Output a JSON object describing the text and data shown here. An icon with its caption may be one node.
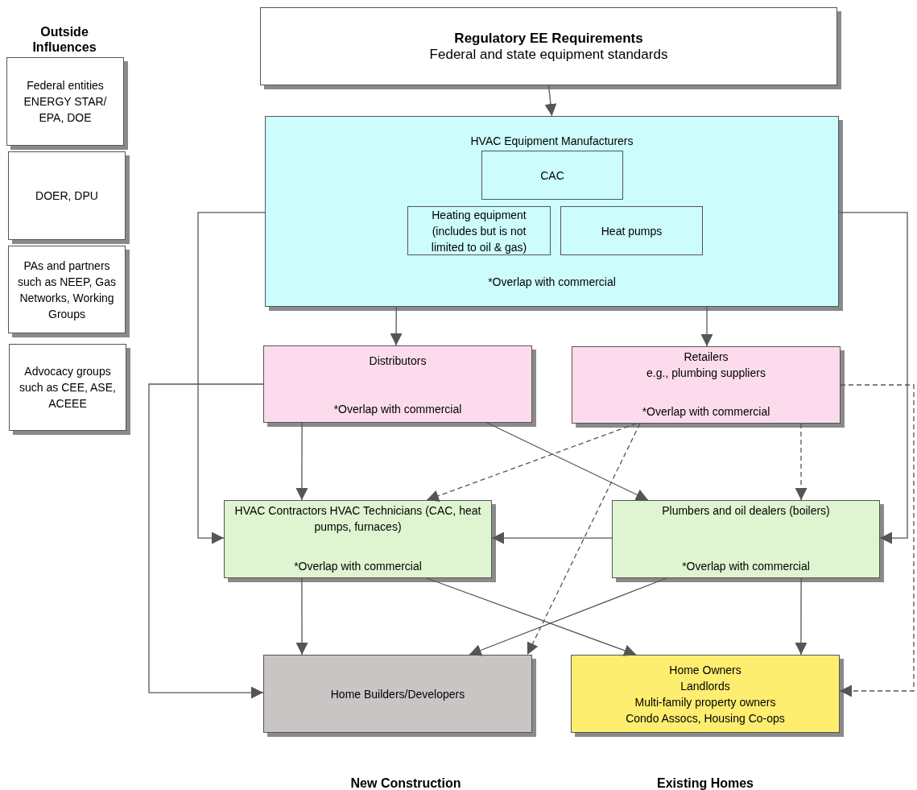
{
  "diagram": {
    "nodes": [
      {
        "text": [
          "Federal entities ENERGY STAR/ EPA, DOE"
        ]
      },
      {
        "text": [
          "DOER, DPU"
        ]
      },
      {
        "text": [
          "PAs and partners such as NEEP, Gas Networks, Working Groups"
        ]
      },
      {
        "text": [
          "Advocacy groups such as CEE, ASE, ACEEE"
        ]
      },
      {
        "text": [
          "Regulatory EE Requirements",
          "Federal and state equipment standards"
        ]
      },
      {
        "text": [
          "HVAC Equipment Manufacturers",
          "*Overlap with commercial"
        ]
      },
      {
        "text": [
          "CAC"
        ],
        "in": 5
      },
      {
        "text": [
          "Heating equipment (includes but is not limited to oil & gas)"
        ],
        "in": 5
      },
      {
        "text": [
          "Heat pumps"
        ],
        "in": 5
      },
      {
        "text": [
          "Distributors",
          "*Overlap with commercial"
        ]
      },
      {
        "text": [
          "Retailers",
          "e.g., plumbing suppliers",
          "*Overlap with commercial"
        ]
      },
      {
        "text": [
          "HVAC Contractors HVAC Technicians (CAC, heat pumps, furnaces)",
          "*Overlap with commercial"
        ]
      },
      {
        "text": [
          "Plumbers and oil dealers (boilers)",
          "*Overlap with commercial"
        ]
      },
      {
        "text": [
          "Home Builders/Developers"
        ]
      },
      {
        "text": [
          "Home Owners",
          "Landlords",
          "Multi-family property owners",
          "Condo Assocs, Housing Co-ops"
        ]
      }
    ],
    "edges": [
      {
        "from": 4,
        "to": 5,
        "arrow": "to"
      },
      {
        "from": 5,
        "to": 9,
        "arrow": "to"
      },
      {
        "from": 5,
        "to": 10,
        "arrow": "to"
      },
      {
        "from": 5,
        "to": 11,
        "arrow": "to"
      },
      {
        "from": 5,
        "to": 12,
        "arrow": "to"
      },
      {
        "from": 9,
        "to": 11,
        "arrow": "to"
      },
      {
        "from": 9,
        "to": 12,
        "arrow": "to"
      },
      {
        "from": 9,
        "to": 13,
        "arrow": "to"
      },
      {
        "from": 10,
        "to": 11,
        "arrow": "to",
        "style": "dashed"
      },
      {
        "from": 10,
        "to": 13,
        "arrow": "to",
        "style": "dashed"
      },
      {
        "from": 10,
        "to": 12,
        "arrow": "to",
        "style": "dashed"
      },
      {
        "from": 10,
        "to": 14,
        "arrow": "to",
        "style": "dashed"
      },
      {
        "from": 12,
        "to": 11,
        "arrow": "to"
      },
      {
        "from": 11,
        "to": 13,
        "arrow": "to"
      },
      {
        "from": 11,
        "to": 14,
        "arrow": "to"
      },
      {
        "from": 12,
        "to": 13,
        "arrow": "to"
      },
      {
        "from": 12,
        "to": 14,
        "arrow": "to"
      }
    ],
    "labels": [
      "Outside Influences",
      "New Construction",
      "Existing Homes"
    ]
  }
}
